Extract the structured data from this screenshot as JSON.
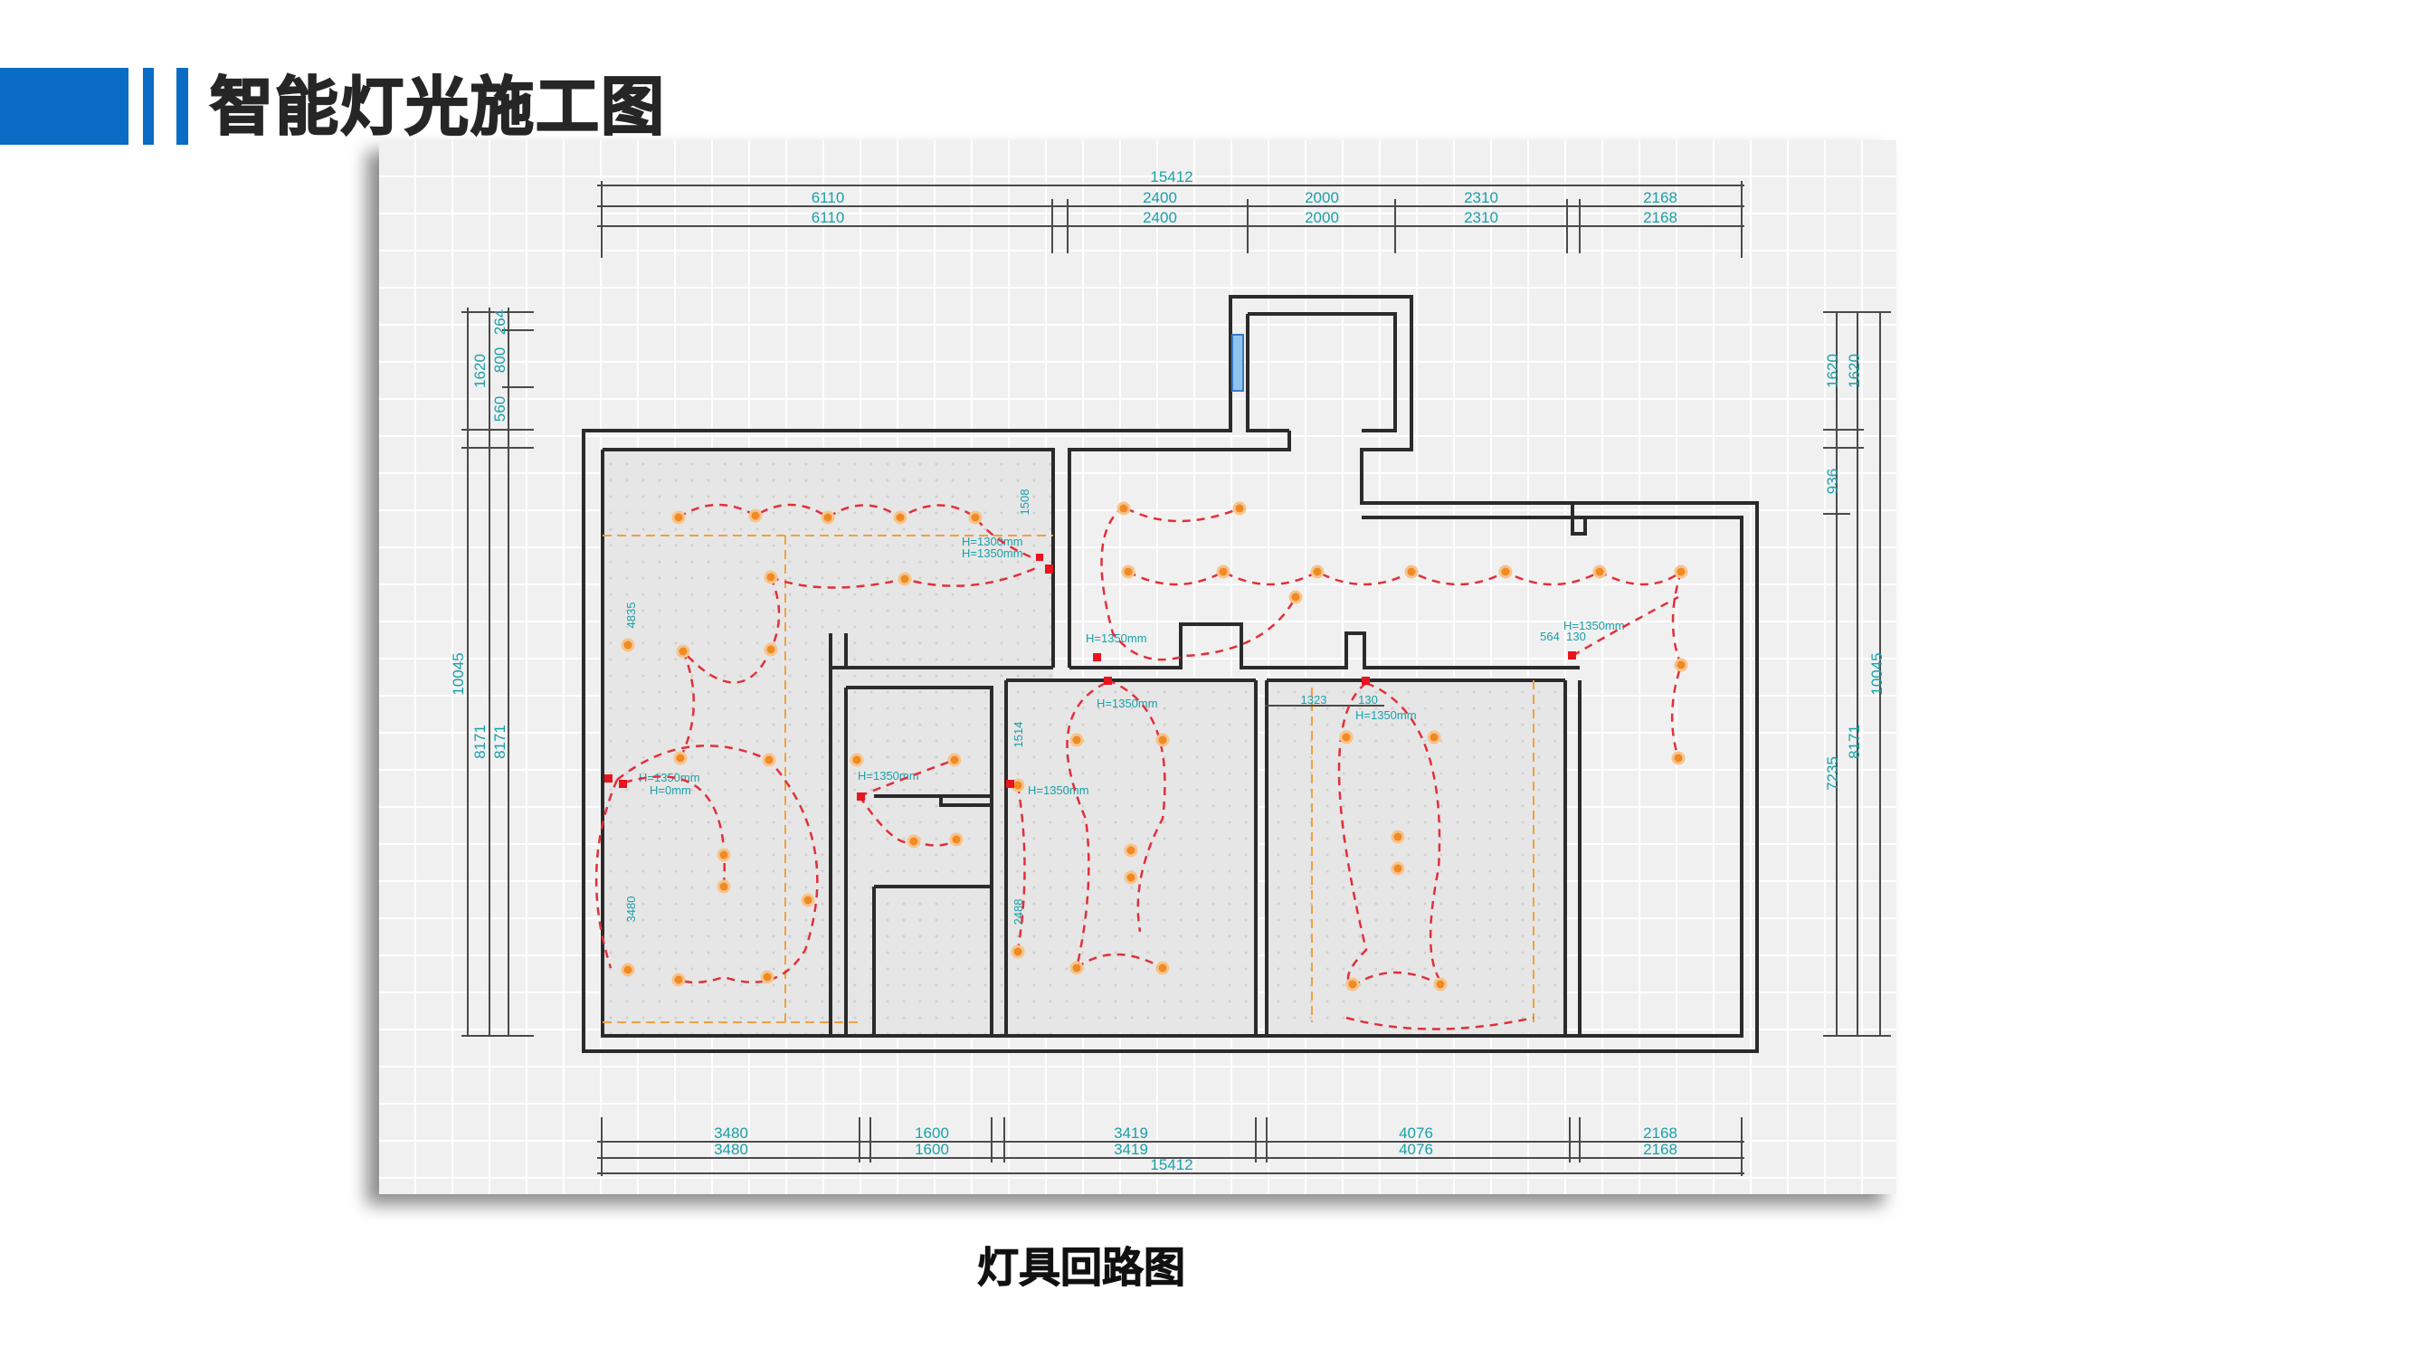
{
  "header": {
    "title": "智能灯光施工图",
    "accent_color": "#0a6cc4"
  },
  "caption": "灯具回路图",
  "plan": {
    "dims_top": {
      "total": "15412",
      "row1": [
        "6110",
        "2400",
        "2000",
        "2310",
        "2168"
      ],
      "row2": [
        "6110",
        "2400",
        "2000",
        "2310",
        "2168"
      ]
    },
    "dims_bottom": {
      "total": "15412",
      "row1": [
        "3480",
        "1600",
        "3419",
        "4076",
        "2168"
      ],
      "row2": [
        "3480",
        "1600",
        "3419",
        "4076",
        "2168"
      ]
    },
    "dims_left": {
      "outer": "10045",
      "mid_top": "1620",
      "mid_bottom": "8171",
      "inner": [
        "264",
        "800",
        "560"
      ],
      "inner_bottom": "8171"
    },
    "dims_right": {
      "outer": "10045",
      "mid_top": "1620",
      "mid_bottom": "8171",
      "inner_top": "1620",
      "inner_mid": "936",
      "inner_bottom": "7235"
    },
    "room_dims": [
      "1508",
      "4835",
      "3480",
      "1514",
      "2488",
      "1323",
      "130",
      "564",
      "130"
    ],
    "height_labels": {
      "a": "H=1300mm",
      "b": "H=1350mm",
      "c": "H=1350mm",
      "d": "H=1350mm",
      "e": "H=1350mm",
      "f": "H=1350mm",
      "g": "H=0mm",
      "h": "H=1350mm",
      "i": "H=1350mm",
      "j": "H=1350mm"
    },
    "colors": {
      "wall": "#2b2b2b",
      "dimension_text": "#1aa0a8",
      "circuit": "#e0303a",
      "light": "#f08a24",
      "switch": "#e8141e",
      "guide": "#f0a040"
    }
  }
}
